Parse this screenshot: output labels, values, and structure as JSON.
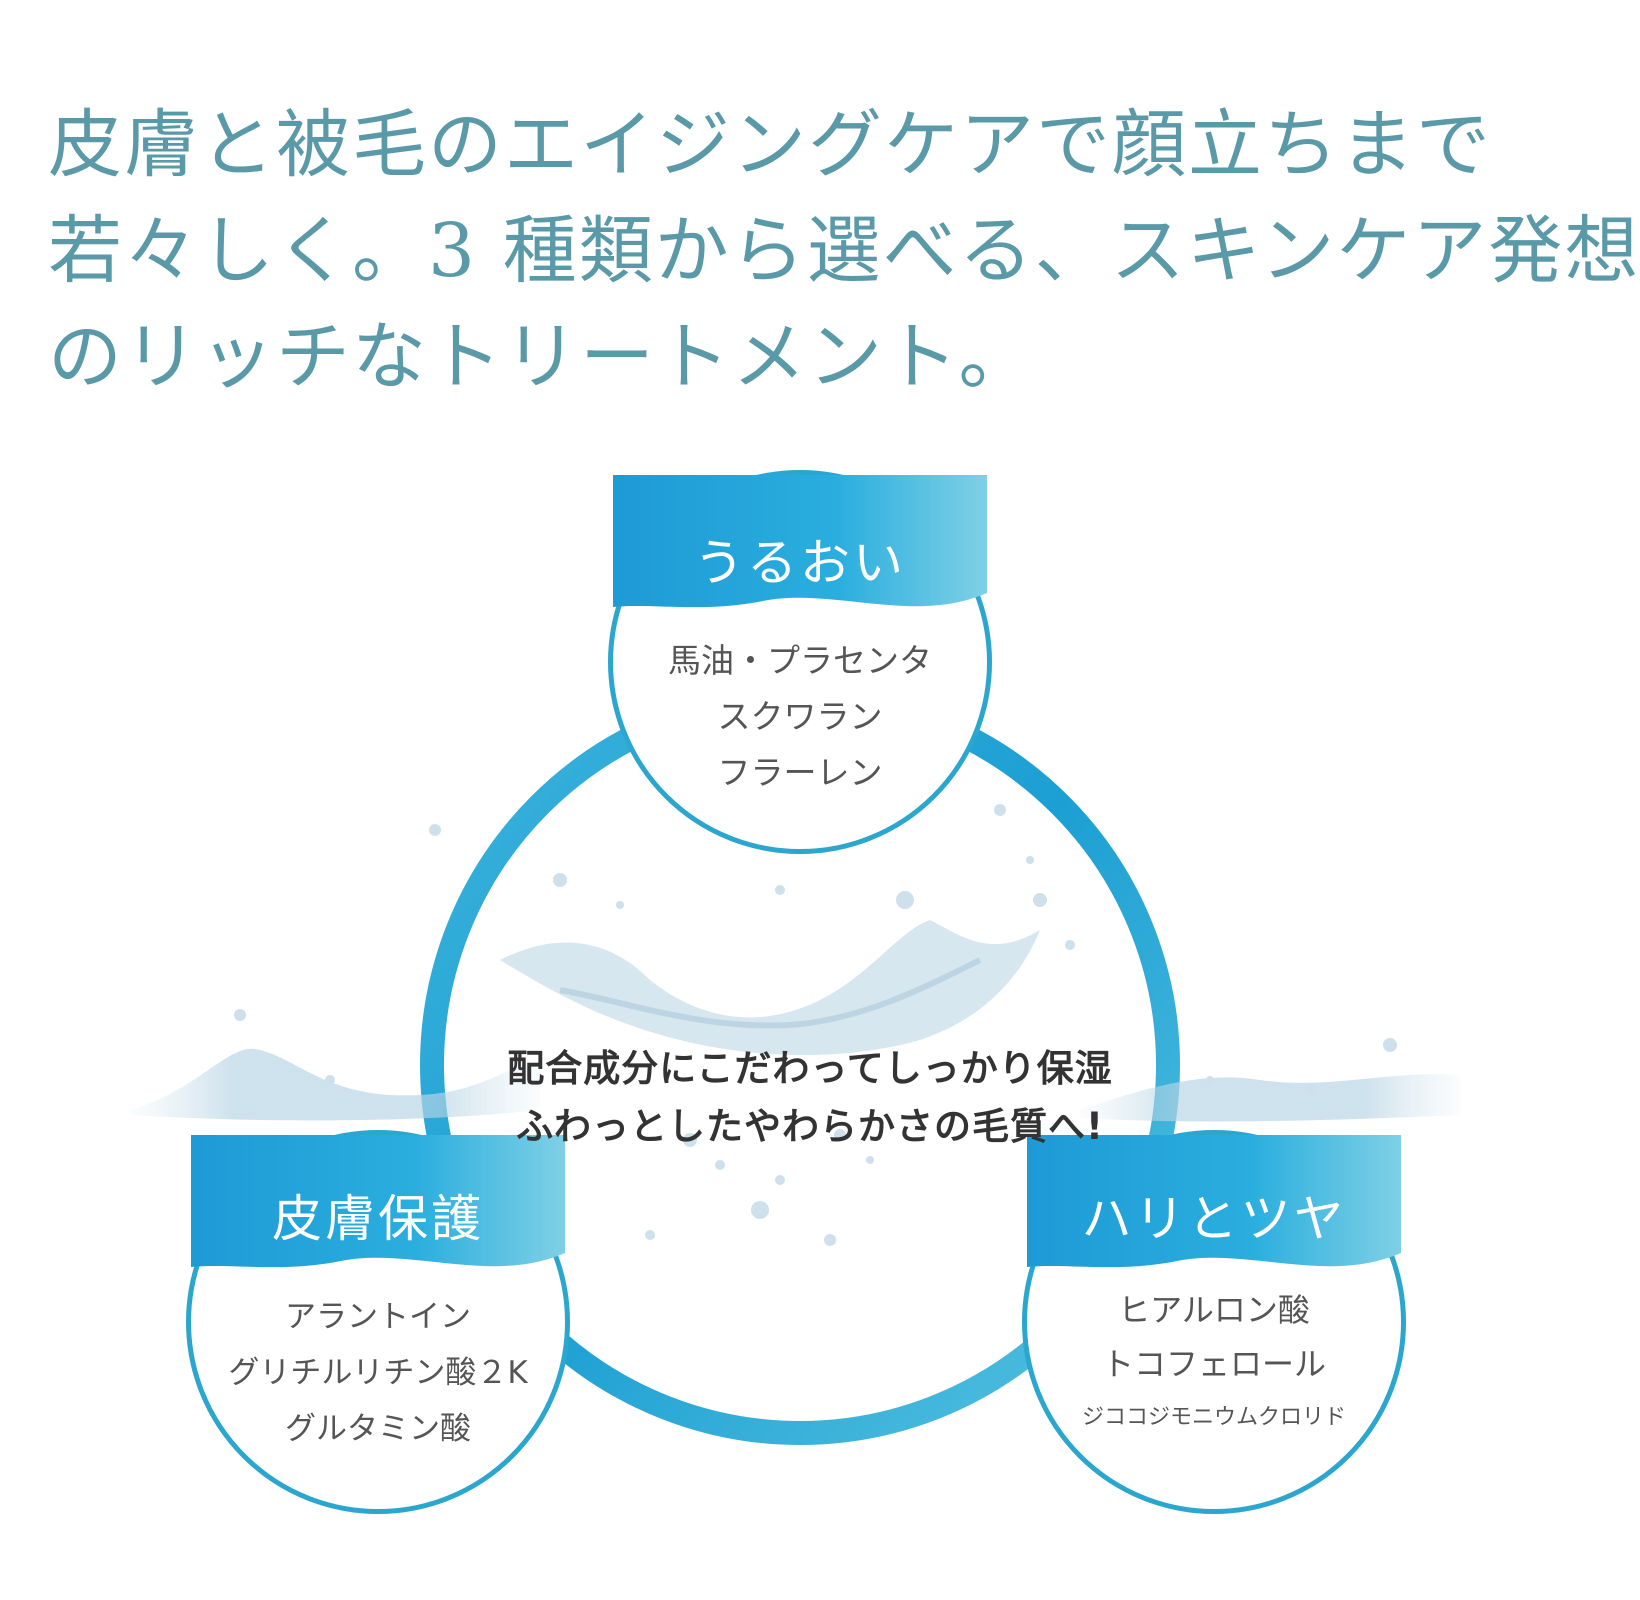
{
  "headline": {
    "line1": "皮膚と被毛のエイジングケアで顔立ちまで",
    "line2": "若々しく。3 種類から選べる、スキンケア発想",
    "line3": "のリッチなトリートメント。"
  },
  "center": {
    "line1": "配合成分にこだわってしっかり保湿",
    "line2": "ふわっとしたやわらかさの毛質へ!"
  },
  "benefits": {
    "moisture": {
      "title": "うるおい",
      "items": [
        "馬油・プラセンタ",
        "スクワラン",
        "フラーレン"
      ]
    },
    "skin_protection": {
      "title": "皮膚保護",
      "items": [
        "アラントイン",
        "グリチルリチン酸２K",
        "グルタミン酸"
      ]
    },
    "firmness_gloss": {
      "title": "ハリとツヤ",
      "items": [
        "ヒアルロン酸",
        "トコフェロール",
        "ジココジモニウムクロリド"
      ]
    }
  },
  "colors": {
    "headline": "#5a9aa8",
    "accent_blue": "#1a9fd8",
    "accent_light": "#6cc8e3",
    "ring": "#2aa6cf",
    "body_text": "#555555"
  },
  "icons": [
    "water-splash-icon"
  ]
}
